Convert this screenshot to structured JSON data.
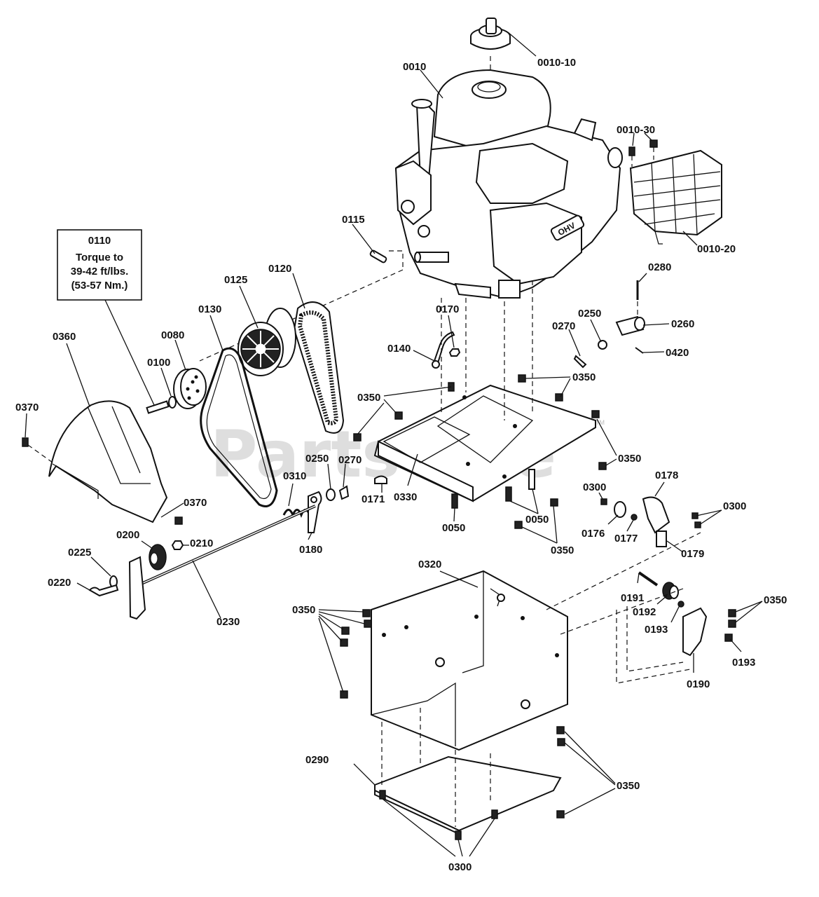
{
  "watermark": "PartsTree",
  "watermark_tm": "TM",
  "engine_badge": "OHV",
  "callout": {
    "label": "0110",
    "lines": [
      "Torque to",
      "39-42 ft/lbs.",
      "(53-57 Nm.)"
    ]
  },
  "parts": {
    "p0010_10": "0010-10",
    "p0010": "0010",
    "p0010_30": "0010-30",
    "p0010_20": "0010-20",
    "p0115": "0115",
    "p0120": "0120",
    "p0125": "0125",
    "p0130": "0130",
    "p0080": "0080",
    "p0100": "0100",
    "p0360": "0360",
    "p0370_a": "0370",
    "p0370_b": "0370",
    "p0170": "0170",
    "p0140": "0140",
    "p0280": "0280",
    "p0250_a": "0250",
    "p0270_a": "0270",
    "p0260": "0260",
    "p0420": "0420",
    "p0350_a": "0350",
    "p0350_b": "0350",
    "p0350_c": "0350",
    "p0350_d": "0350",
    "p0350_e": "0350",
    "p0350_f": "0350",
    "p0350_g": "0350",
    "p0250_b": "0250",
    "p0270_b": "0270",
    "p0310": "0310",
    "p0171": "0171",
    "p0330": "0330",
    "p0050_a": "0050",
    "p0050_b": "0050",
    "p0300_a": "0300",
    "p0178": "0178",
    "p0300_b": "0300",
    "p0176": "0176",
    "p0177": "0177",
    "p0179": "0179",
    "p0180": "0180",
    "p0200": "0200",
    "p0210": "0210",
    "p0225": "0225",
    "p0220": "0220",
    "p0230": "0230",
    "p0320": "0320",
    "p0191": "0191",
    "p0192": "0192",
    "p0193_a": "0193",
    "p0193_b": "0193",
    "p0190": "0190",
    "p0290": "0290",
    "p0300_c": "0300"
  }
}
